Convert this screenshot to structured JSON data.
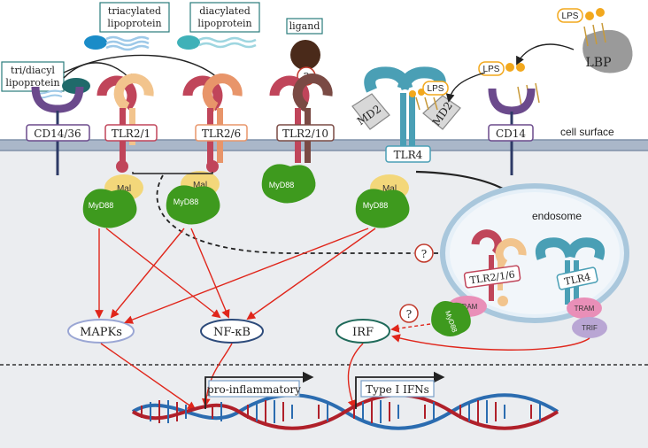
{
  "labels": {
    "triacylated": [
      "triacylated",
      "lipoprotein"
    ],
    "diacylated": [
      "diacylated",
      "lipoprotein"
    ],
    "ligand": "ligand",
    "tri_diacyl": [
      "tri/diacyl",
      "lipoprotein"
    ],
    "cell_surface": "cell surface",
    "endosome": "endosome",
    "question": "?",
    "lbp": "LBP",
    "lps": "LPS",
    "md2": "MD2"
  },
  "receptors": {
    "cd14_36": "CD14/36",
    "tlr2_1": "TLR2/1",
    "tlr2_6": "TLR2/6",
    "tlr2_10": "TLR2/10",
    "tlr4": "TLR4",
    "cd14": "CD14",
    "tlr2_1_6": "TLR2/1/6"
  },
  "adaptors": {
    "mal": "Mal",
    "myd88": "MyD88",
    "tram": "TRAM",
    "trif": "TRIF"
  },
  "signals": {
    "mapks": "MAPKs",
    "nfkb": "NF-κB",
    "irf": "IRF",
    "pro_inflammatory": "pro-inflammatory",
    "type1_ifns": "Type I IFNs"
  },
  "colors": {
    "tlr2": "#c0455a",
    "tlr1": "#f2c48d",
    "tlr6": "#e8956a",
    "tlr10": "#7a4a44",
    "tlr4": "#4a9fb5",
    "cd14": "#6b4a8c",
    "mal": "#f3d77a",
    "myd88": "#3e9a1e",
    "tram": "#e98fb8",
    "trif": "#b9a6d4",
    "arrow": "#e0261b",
    "lps": "#f2a81d"
  }
}
